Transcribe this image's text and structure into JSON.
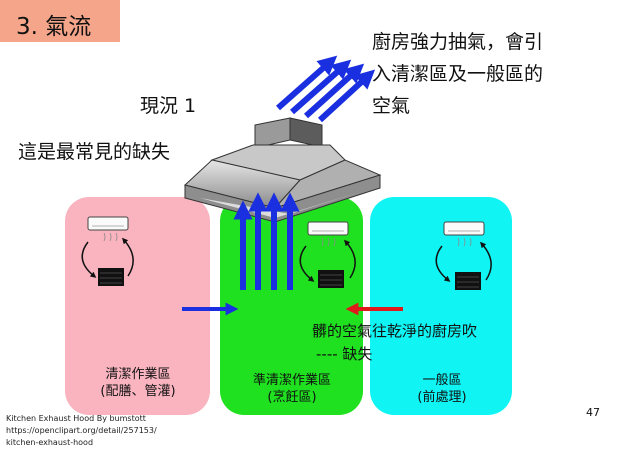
{
  "header": {
    "section_title": "3. 氣流"
  },
  "labels": {
    "scenario": "現況 1",
    "common_fault": "這是最常見的缺失",
    "exhaust_note": [
      "廚房強力抽氣，會引",
      "入清潔區及一般區的",
      "空氣"
    ],
    "dirty_air_note": [
      "髒的空氣往乾淨的廚房吹",
      "---- 缺失"
    ]
  },
  "zones": [
    {
      "name": "清潔作業區",
      "detail": "(配膳、管灌)",
      "color": "#f9b4c0"
    },
    {
      "name": "準清潔作業區",
      "detail": "(烹飪區)",
      "color": "#1fe11f"
    },
    {
      "name": "一般區",
      "detail": "(前處理)",
      "color": "#11f4f4"
    }
  ],
  "credit": {
    "line1": "Kitchen Exhaust Hood By    bumstott",
    "line2": "https://openclipart.org/detail/257153/",
    "line3": "kitchen-exhaust-hood"
  },
  "page_number": "47",
  "colors": {
    "section_tag": "#f4a58a",
    "blue_arrow": "#1a2fe0",
    "red_arrow": "#e01a1a"
  },
  "icons": [
    "kitchen-hood-icon",
    "air-conditioner-icon",
    "vent-fan-icon",
    "circulation-arrow-icon"
  ]
}
